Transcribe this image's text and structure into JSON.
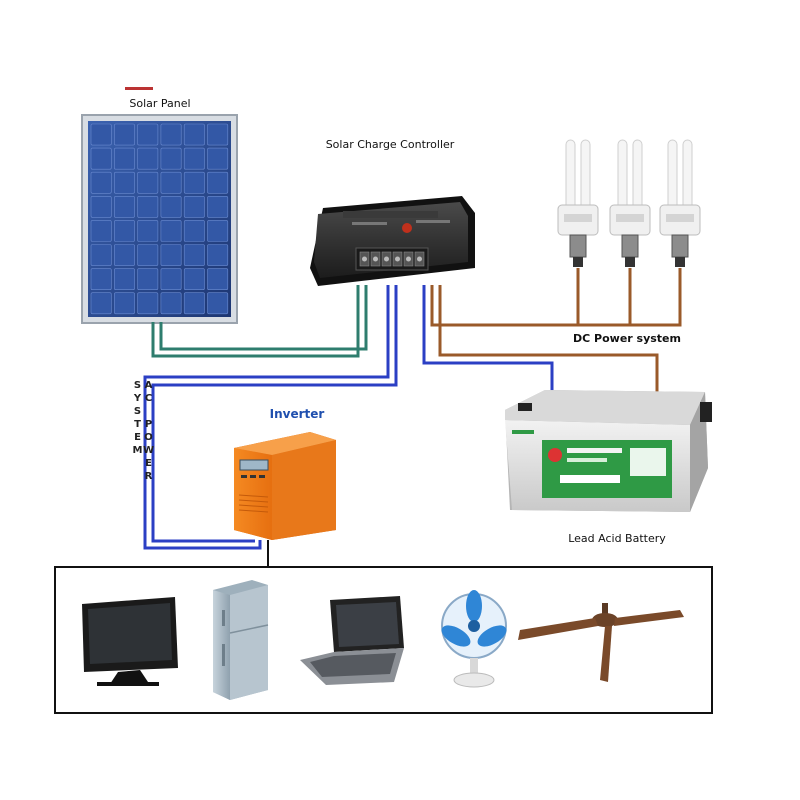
{
  "labels": {
    "solar_panel": "Solar Panel",
    "charge_controller": "Solar Charge Controller",
    "dc_power_system": "DC Power system",
    "inverter": "Inverter",
    "lead_acid_battery": "Lead Acid Battery",
    "ac_power_system": "AC POWER SYSTEM"
  },
  "colors": {
    "green_wire": "#2e7d6e",
    "blue_wire": "#2b3fc4",
    "brown_wire": "#9a5a2a",
    "inverter_orange": "#f07d1a",
    "battery_green": "#2f9a45",
    "panel_blue": "#2a4a8c"
  }
}
